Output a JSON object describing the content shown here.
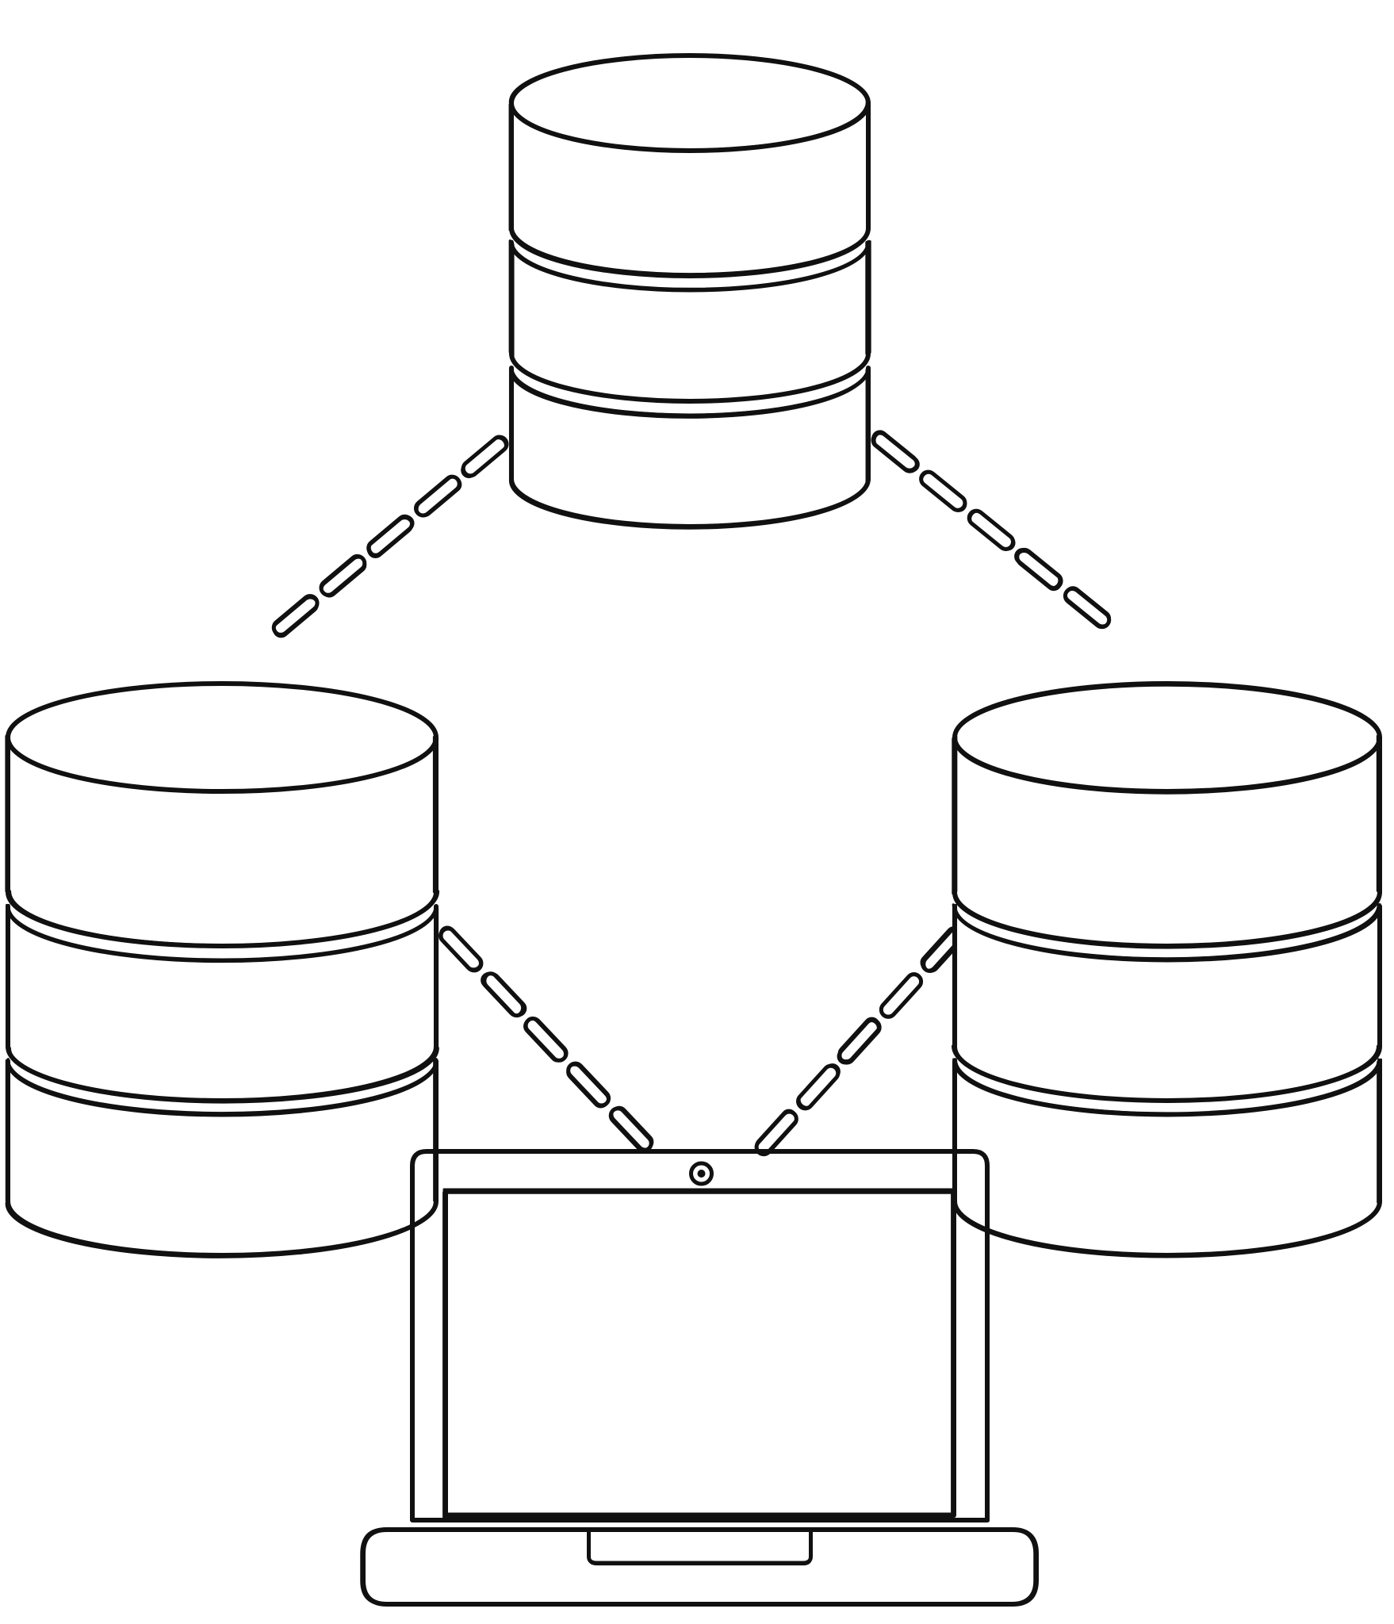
{
  "diagram": {
    "ink_color": "#111111",
    "background_color": "#ffffff",
    "nodes": [
      {
        "id": "db-top",
        "kind": "database",
        "icon": "database-icon",
        "disks": 3
      },
      {
        "id": "db-left",
        "kind": "database",
        "icon": "database-icon",
        "disks": 3
      },
      {
        "id": "db-right",
        "kind": "database",
        "icon": "database-icon",
        "disks": 3
      },
      {
        "id": "laptop",
        "kind": "laptop",
        "icon": "laptop-icon"
      }
    ],
    "connections": [
      {
        "from": "db-top",
        "to": "db-left",
        "style": "dashed"
      },
      {
        "from": "db-top",
        "to": "db-right",
        "style": "dashed"
      },
      {
        "from": "db-left",
        "to": "laptop",
        "style": "dashed"
      },
      {
        "from": "db-right",
        "to": "laptop",
        "style": "dashed"
      }
    ]
  }
}
